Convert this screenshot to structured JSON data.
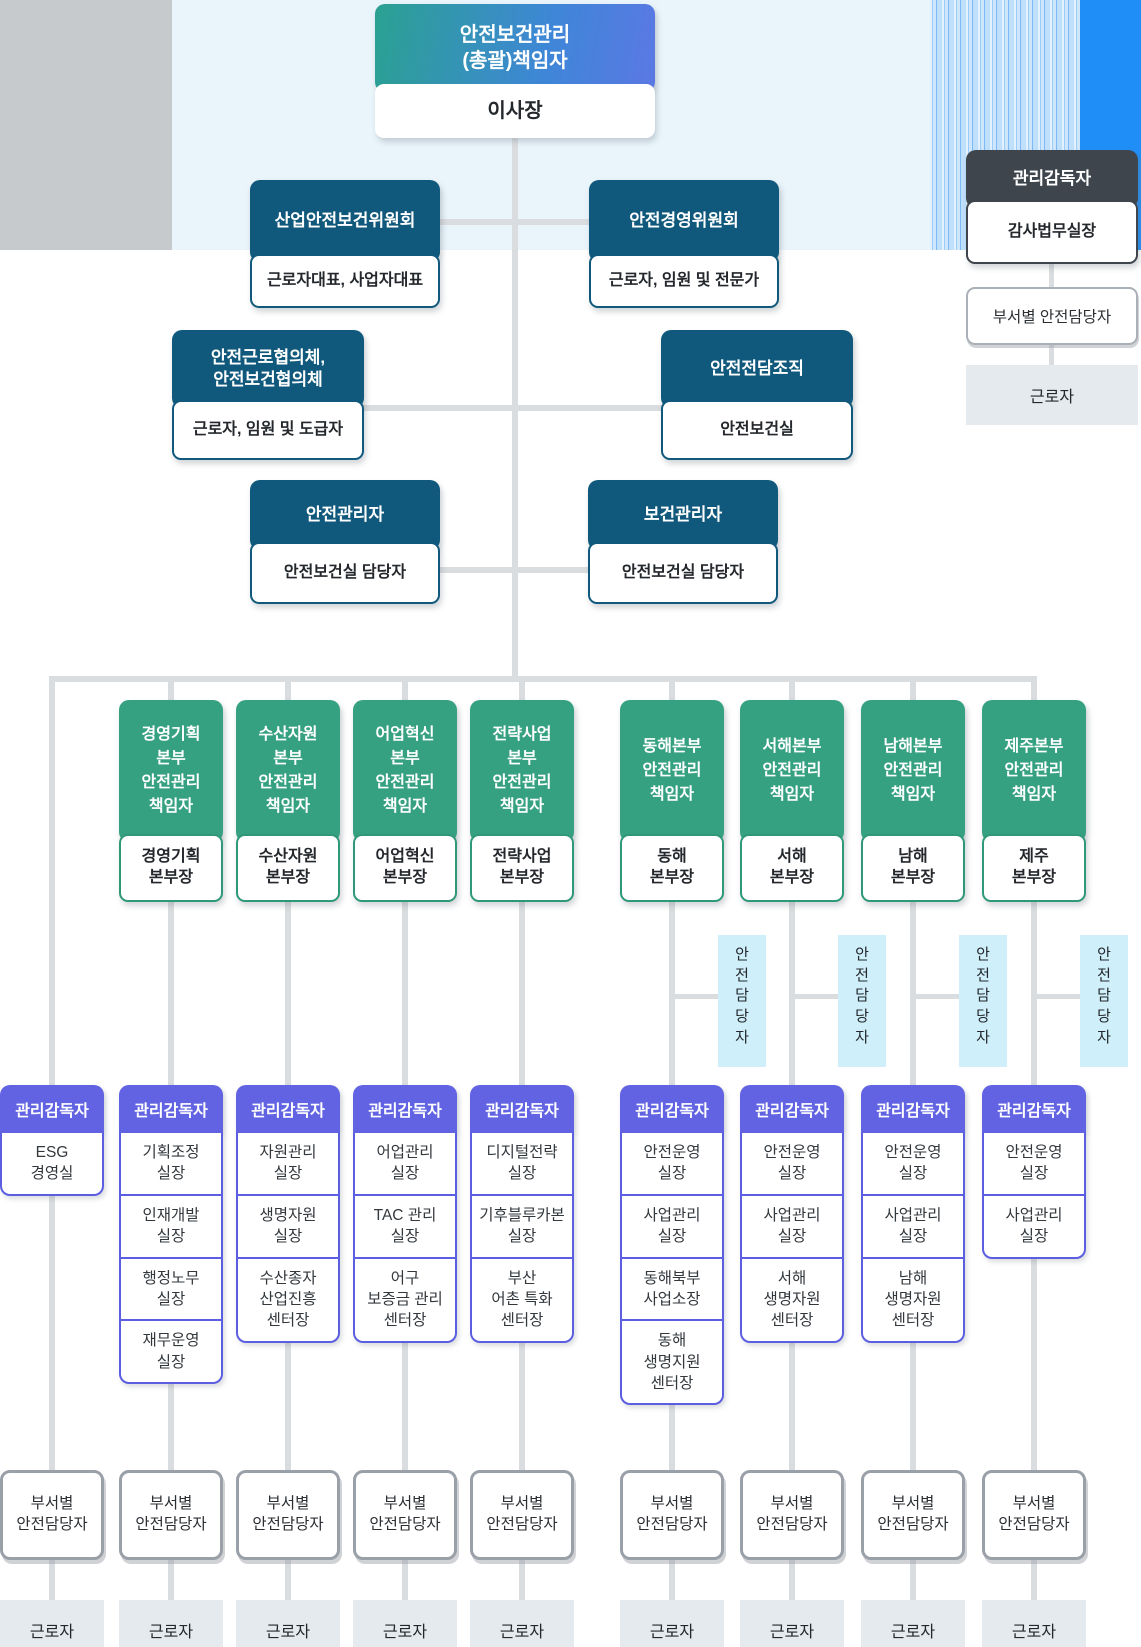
{
  "palette": {
    "navy": "#10597c",
    "green": "#36a181",
    "purple": "#6163e2",
    "dark_gray": "#3e454c",
    "band_blue": "#e9f4fb",
    "bright_blue": "#1f8ff7",
    "safety_box_blue": "#cfeffa",
    "worker_gray": "#e5eaee",
    "connector_gray": "#dadde0"
  },
  "root_box": {
    "header": "안전보건관리\n(총괄)책임자",
    "body": "이사장"
  },
  "audit_branch": {
    "header": "관리감독자",
    "body": "감사법무실장",
    "dept": "부서별 안전담당자",
    "worker": "근로자"
  },
  "row2": [
    {
      "header": "산업안전보건위원회",
      "body": "근로자대표, 사업자대표"
    },
    {
      "header": "안전경영위원회",
      "body": "근로자, 임원 및 전문가"
    }
  ],
  "row3": [
    {
      "header": "안전근로협의체,\n안전보건협의체",
      "body": "근로자, 임원 및 도급자"
    },
    {
      "header": "안전전담조직",
      "body": "안전보건실"
    }
  ],
  "row4": [
    {
      "header": "안전관리자",
      "body": "안전보건실 담당자"
    },
    {
      "header": "보건관리자",
      "body": "안전보건실 담당자"
    }
  ],
  "labels": {
    "supervisor": "관리감독자",
    "dept": "부서별\n안전담당자",
    "worker": "근로자",
    "safety_officer": "안\n전\n담\n당\n자"
  },
  "columns": [
    {
      "items": [
        "ESG\n경영실"
      ]
    },
    {
      "division": {
        "header": "경영기획\n본부\n안전관리\n책임자",
        "body": "경영기획\n본부장"
      },
      "items": [
        "기획조정\n실장",
        "인재개발\n실장",
        "행정노무\n실장",
        "재무운영\n실장"
      ]
    },
    {
      "division": {
        "header": "수산자원\n본부\n안전관리\n책임자",
        "body": "수산자원\n본부장"
      },
      "items": [
        "자원관리\n실장",
        "생명자원\n실장",
        "수산종자\n산업진흥\n센터장"
      ]
    },
    {
      "division": {
        "header": "어업혁신\n본부\n안전관리\n책임자",
        "body": "어업혁신\n본부장"
      },
      "items": [
        "어업관리\n실장",
        "TAC 관리\n실장",
        "어구\n보증금 관리\n센터장"
      ]
    },
    {
      "division": {
        "header": "전략사업\n본부\n안전관리\n책임자",
        "body": "전략사업\n본부장"
      },
      "items": [
        "디지털전략\n실장",
        "기후블루카본\n실장",
        "부산\n어촌 특화\n센터장"
      ]
    },
    {
      "division": {
        "header": "동해본부\n안전관리\n책임자",
        "body": "동해\n본부장"
      },
      "safety_officer": true,
      "items": [
        "안전운영\n실장",
        "사업관리\n실장",
        "동해북부\n사업소장",
        "동해\n생명지원\n센터장"
      ]
    },
    {
      "division": {
        "header": "서해본부\n안전관리\n책임자",
        "body": "서해\n본부장"
      },
      "safety_officer": true,
      "items": [
        "안전운영\n실장",
        "사업관리\n실장",
        "서해\n생명자원\n센터장"
      ]
    },
    {
      "division": {
        "header": "남해본부\n안전관리\n책임자",
        "body": "남해\n본부장"
      },
      "safety_officer": true,
      "items": [
        "안전운영\n실장",
        "사업관리\n실장",
        "남해\n생명자원\n센터장"
      ]
    },
    {
      "division": {
        "header": "제주본부\n안전관리\n책임자",
        "body": "제주\n본부장"
      },
      "safety_officer": true,
      "items": [
        "안전운영\n실장",
        "사업관리\n실장"
      ]
    }
  ]
}
